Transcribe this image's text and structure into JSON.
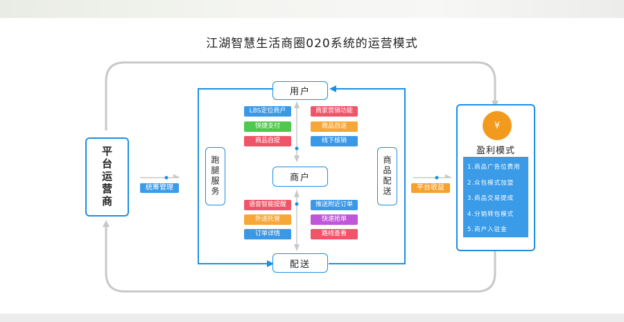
{
  "title": "江湖智慧生活商圈020系统的运营模式",
  "platform_operator": "平台运营商",
  "user": "用户",
  "merchant": "商户",
  "delivery": "配送",
  "errand_service": "跑腿服务",
  "goods_delivery": "商品配送",
  "left_tags_top": [
    "LBS定位商户",
    "快捷支付",
    "商品自提"
  ],
  "right_tags_top": [
    "商家营销功能",
    "商品自送",
    "线下核销"
  ],
  "left_tags_bottom": [
    "语音智能提醒",
    "外送托管",
    "订单详情"
  ],
  "right_tags_bottom": [
    "推送附近订单",
    "快速抢单",
    "路线查看"
  ],
  "overall_management": "统筹管理",
  "platform_revenue": "平台收益",
  "profit_model": {
    "title": "盈利模式",
    "icon": "¥",
    "items": [
      "1.商品广告位费用",
      "2.众包模式加盟",
      "3.商品交易提成",
      "4.分销转包模式",
      "5.商户入驻金"
    ]
  },
  "colors": {
    "border_blue": "#1a8fe3",
    "loop_gray": "#c8c8c8",
    "red": "#f05468",
    "green": "#4ec94e",
    "orange": "#f7a737",
    "blue": "#3b98e6",
    "purple": "#c057d9"
  }
}
